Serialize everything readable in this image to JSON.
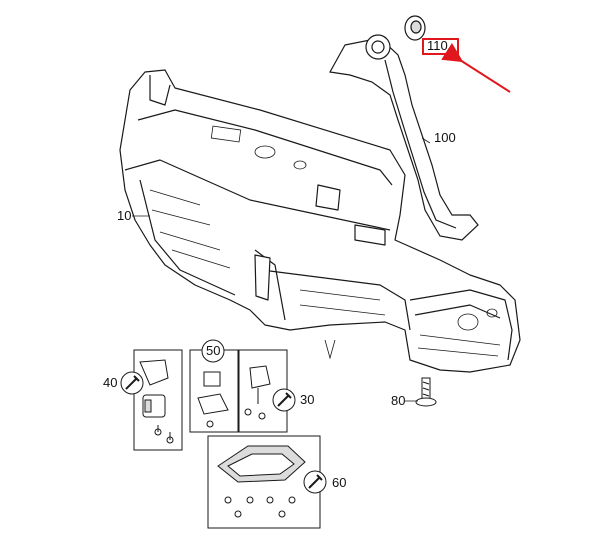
{
  "labels": {
    "p110": "110",
    "p100": "100",
    "p10": "10",
    "p50": "50",
    "p40": "40",
    "p30": "30",
    "p80": "80",
    "p60": "60"
  },
  "colors": {
    "highlight": "#e0181e",
    "line": "#1a1a1a",
    "shade": "#dcdcdc"
  },
  "icons": [
    "wrench-icon",
    "arrow-icon"
  ]
}
